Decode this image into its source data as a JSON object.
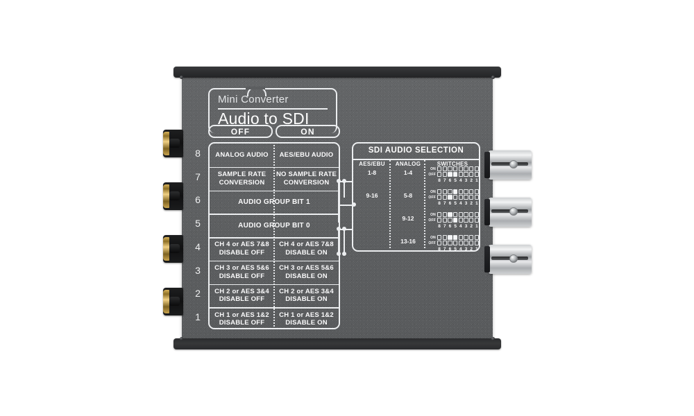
{
  "product": {
    "brand_line": "Mini Converter",
    "model": "Audio to SDI"
  },
  "column_headers": {
    "off": "OFF",
    "on": "ON"
  },
  "switch_rows": [
    {
      "num": "8",
      "type": "split",
      "off": "ANALOG AUDIO",
      "on": "AES/EBU AUDIO"
    },
    {
      "num": "7",
      "type": "split",
      "off": "SAMPLE RATE\nCONVERSION",
      "on": "NO SAMPLE RATE\nCONVERSION"
    },
    {
      "num": "6",
      "type": "full",
      "label": "AUDIO GROUP BIT 1"
    },
    {
      "num": "5",
      "type": "full",
      "label": "AUDIO GROUP BIT 0"
    },
    {
      "num": "4",
      "type": "split",
      "off": "CH 4 or AES 7&8\nDISABLE OFF",
      "on": "CH 4 or AES 7&8\nDISABLE ON"
    },
    {
      "num": "3",
      "type": "split",
      "off": "CH 3 or AES 5&6\nDISABLE OFF",
      "on": "CH 3 or AES 5&6\nDISABLE ON"
    },
    {
      "num": "2",
      "type": "split",
      "off": "CH 2 or AES 3&4\nDISABLE OFF",
      "on": "CH 2 or AES 3&4\nDISABLE ON"
    },
    {
      "num": "1",
      "type": "split",
      "off": "CH 1 or AES 1&2\nDISABLE OFF",
      "on": "CH 1 or AES 1&2\nDISABLE ON"
    }
  ],
  "sdi_panel": {
    "title": "SDI AUDIO SELECTION",
    "headers": {
      "aes": "AES/EBU",
      "analog": "ANALOG",
      "switches": "SWITCHES"
    },
    "on_label": "ON",
    "off_label": "OFF",
    "switch_numbers": [
      "8",
      "7",
      "6",
      "5",
      "4",
      "3",
      "2",
      "1"
    ],
    "rows": [
      {
        "aes": "1-8",
        "analog": "1-4",
        "on": [
          0,
          0,
          0,
          0,
          0,
          0,
          0,
          0
        ],
        "off": [
          0,
          0,
          1,
          1,
          0,
          0,
          0,
          0
        ]
      },
      {
        "aes": "9-16",
        "analog": "5-8",
        "on": [
          0,
          0,
          0,
          1,
          0,
          0,
          0,
          0
        ],
        "off": [
          0,
          0,
          1,
          0,
          0,
          0,
          0,
          0
        ]
      },
      {
        "aes": "",
        "analog": "9-12",
        "on": [
          0,
          0,
          1,
          0,
          0,
          0,
          0,
          0
        ],
        "off": [
          0,
          0,
          0,
          1,
          0,
          0,
          0,
          0
        ]
      },
      {
        "aes": "",
        "analog": "13-16",
        "on": [
          0,
          0,
          1,
          1,
          0,
          0,
          0,
          0
        ],
        "off": [
          0,
          0,
          0,
          0,
          0,
          0,
          0,
          0
        ]
      }
    ]
  },
  "connectors": {
    "left": {
      "type": "rca-audio-input",
      "count": 4
    },
    "right": {
      "type": "bnc-sdi",
      "count": 3
    }
  },
  "colors": {
    "body": "#5c5e60",
    "rail": "#2c2d2f",
    "ink": "#f2f3f4",
    "gold": "#d8b25a",
    "chrome": "#cfd1d3"
  }
}
